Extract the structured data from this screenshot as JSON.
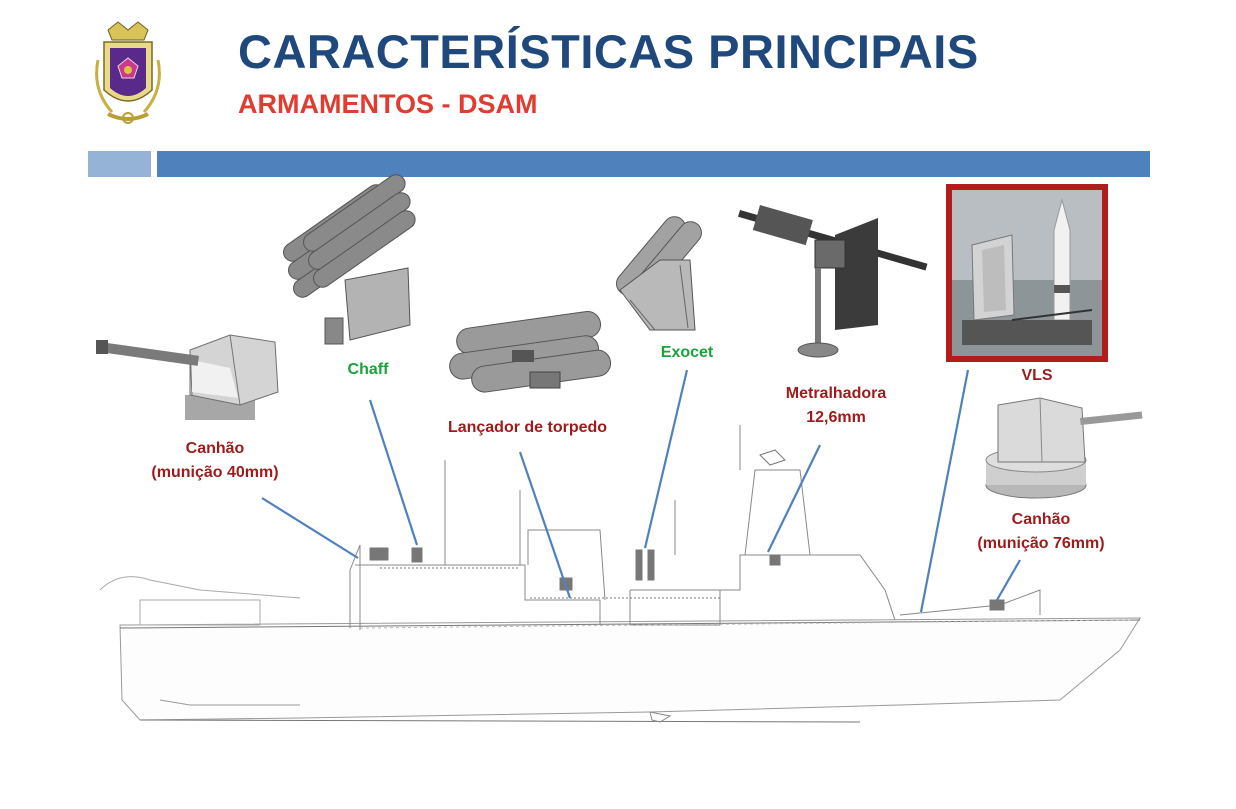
{
  "header": {
    "title": "CARACTERÍSTICAS PRINCIPAIS",
    "subtitle": "ARMAMENTOS - DSAM"
  },
  "colors": {
    "title": "#1f497d",
    "subtitle": "#e03c31",
    "bar_light": "#95b3d7",
    "bar_dark": "#4f81bd",
    "label_red": "#9e1b1b",
    "label_green": "#1aa33a",
    "vls_frame": "#b11c1c",
    "leader_line": "#4f81bd"
  },
  "icons": [
    "naval-emblem-icon",
    "canhao-40mm-icon",
    "chaff-launcher-icon",
    "torpedo-launcher-icon",
    "exocet-launcher-icon",
    "metralhadora-icon",
    "vls-missile-photo",
    "canhao-76mm-icon",
    "ship-profile-drawing"
  ],
  "labels": {
    "canhao40": [
      "Canhão",
      "(munição 40mm)"
    ],
    "chaff": "Chaff",
    "torpedo": "Lançador de torpedo",
    "exocet": "Exocet",
    "metralhadora": [
      "Metralhadora",
      "12,6mm"
    ],
    "vls": "VLS",
    "canhao76": [
      "Canhão",
      "(munição 76mm)"
    ]
  }
}
